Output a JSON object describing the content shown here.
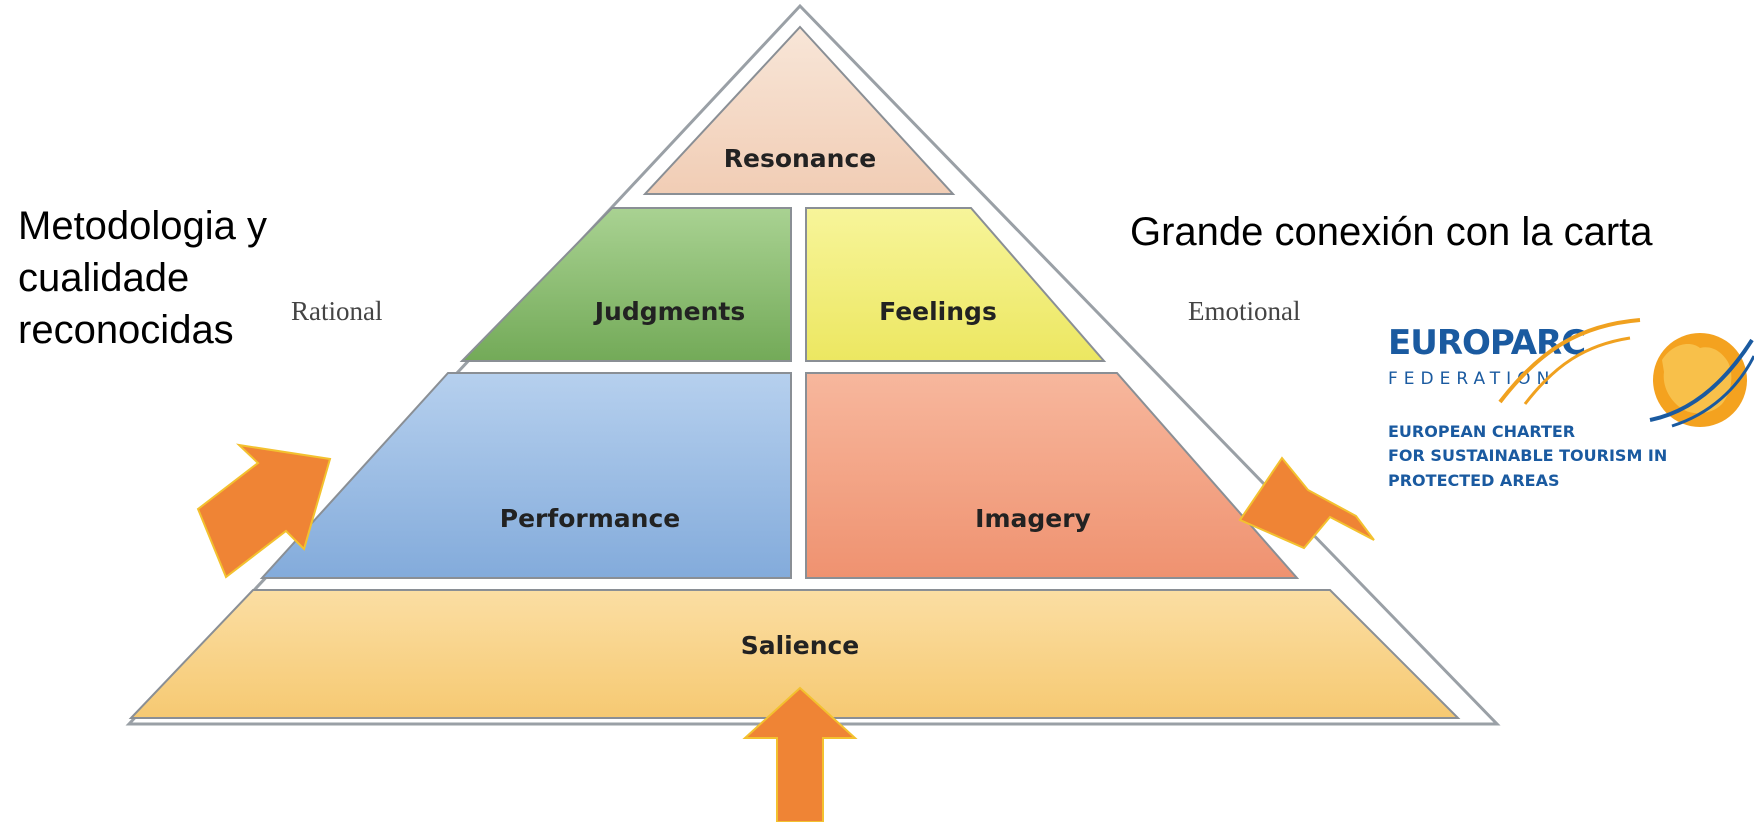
{
  "pyramid": {
    "top": "Resonance",
    "upper_left": "Judgments",
    "upper_right": "Feelings",
    "middle_left": "Performance",
    "middle_right": "Imagery",
    "base": "Salience",
    "side_left": "Rational",
    "side_right": "Emotional"
  },
  "notes": {
    "left": "Metodologia y cualidade reconocidas",
    "right": "Grande conexión con la carta"
  },
  "logo": {
    "brand": "EUROPARC",
    "sub": "FEDERATION",
    "charter_line1": "EUROPEAN CHARTER",
    "charter_line2": "FOR SUSTAINABLE TOURISM IN",
    "charter_line3": "PROTECTED AREAS"
  },
  "arrows": [
    "left-arrow",
    "right-arrow",
    "bottom-arrow"
  ],
  "colors": {
    "resonance": "#f5dccb",
    "judgments": "#8cbf72",
    "feelings": "#f2ef7a",
    "performance": "#9fbfe3",
    "imagery": "#f3a688",
    "salience": "#f8d189",
    "arrow": "#ef8435",
    "arrow_outline": "#f3c12f",
    "logo_blue": "#1a5aa0",
    "logo_orange": "#f0a11f"
  }
}
